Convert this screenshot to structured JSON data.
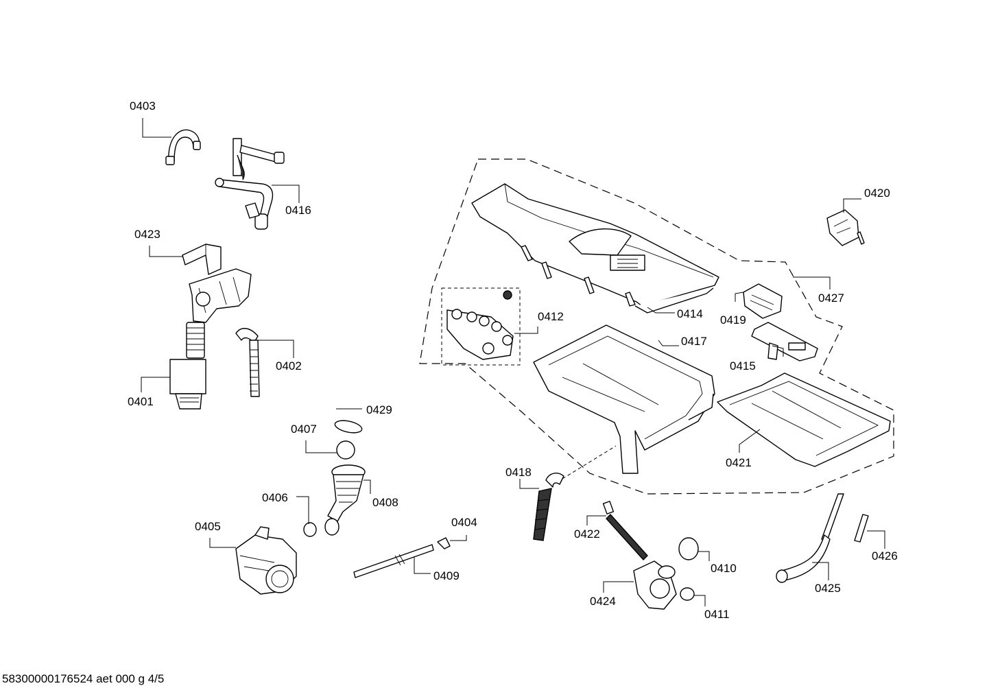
{
  "parts": {
    "p0401": "0401",
    "p0402": "0402",
    "p0403": "0403",
    "p0404": "0404",
    "p0405": "0405",
    "p0406": "0406",
    "p0407": "0407",
    "p0408": "0408",
    "p0409": "0409",
    "p0410": "0410",
    "p0411": "0411",
    "p0412": "0412",
    "p0414": "0414",
    "p0415": "0415",
    "p0416": "0416",
    "p0417": "0417",
    "p0418": "0418",
    "p0419": "0419",
    "p0420": "0420",
    "p0421": "0421",
    "p0422": "0422",
    "p0423": "0423",
    "p0424": "0424",
    "p0425": "0425",
    "p0426": "0426",
    "p0427": "0427",
    "p0429": "0429"
  },
  "footer": {
    "code": "58300000176524 aet 000 g 4/5"
  }
}
